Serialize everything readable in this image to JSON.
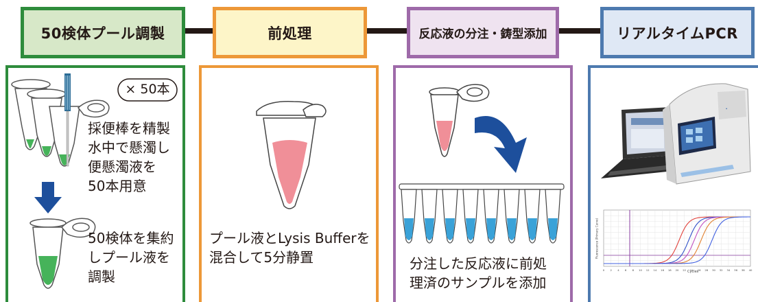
{
  "steps": [
    {
      "title": "50検体プール調製",
      "color": "#2e8c3c",
      "fill": "#d7e8c8"
    },
    {
      "title": "前処理",
      "color": "#ed9838",
      "fill": "#fdf5c8"
    },
    {
      "title": "反応液の分注・鋳型添加",
      "color": "#9e6aa9",
      "fill": "#efe3f0"
    },
    {
      "title": "リアルタイムPCR",
      "color": "#4d7aaf",
      "fill": "#dfe8f5"
    }
  ],
  "panel1": {
    "badge": "× 50本",
    "text1": "採便棒を精製\n水中で懸濁し\n便懸濁液を\n50本用意",
    "text2": "50検体を集約\nしプール液を\n調製"
  },
  "panel2": {
    "text": "プール液とLysis Bufferを\n混合して5分静置"
  },
  "panel3": {
    "text": "分注した反応液に前処\n理済のサンプルを添加"
  },
  "graph": {
    "xlabel": "Cycles",
    "ylabel": "Fluorescence (Primary Curve)"
  },
  "colors": {
    "green_liquid": "#46b35a",
    "pink_liquid": "#f08f98",
    "blue_liquid": "#3aa2d8",
    "arrow_blue": "#1d4f9c"
  }
}
